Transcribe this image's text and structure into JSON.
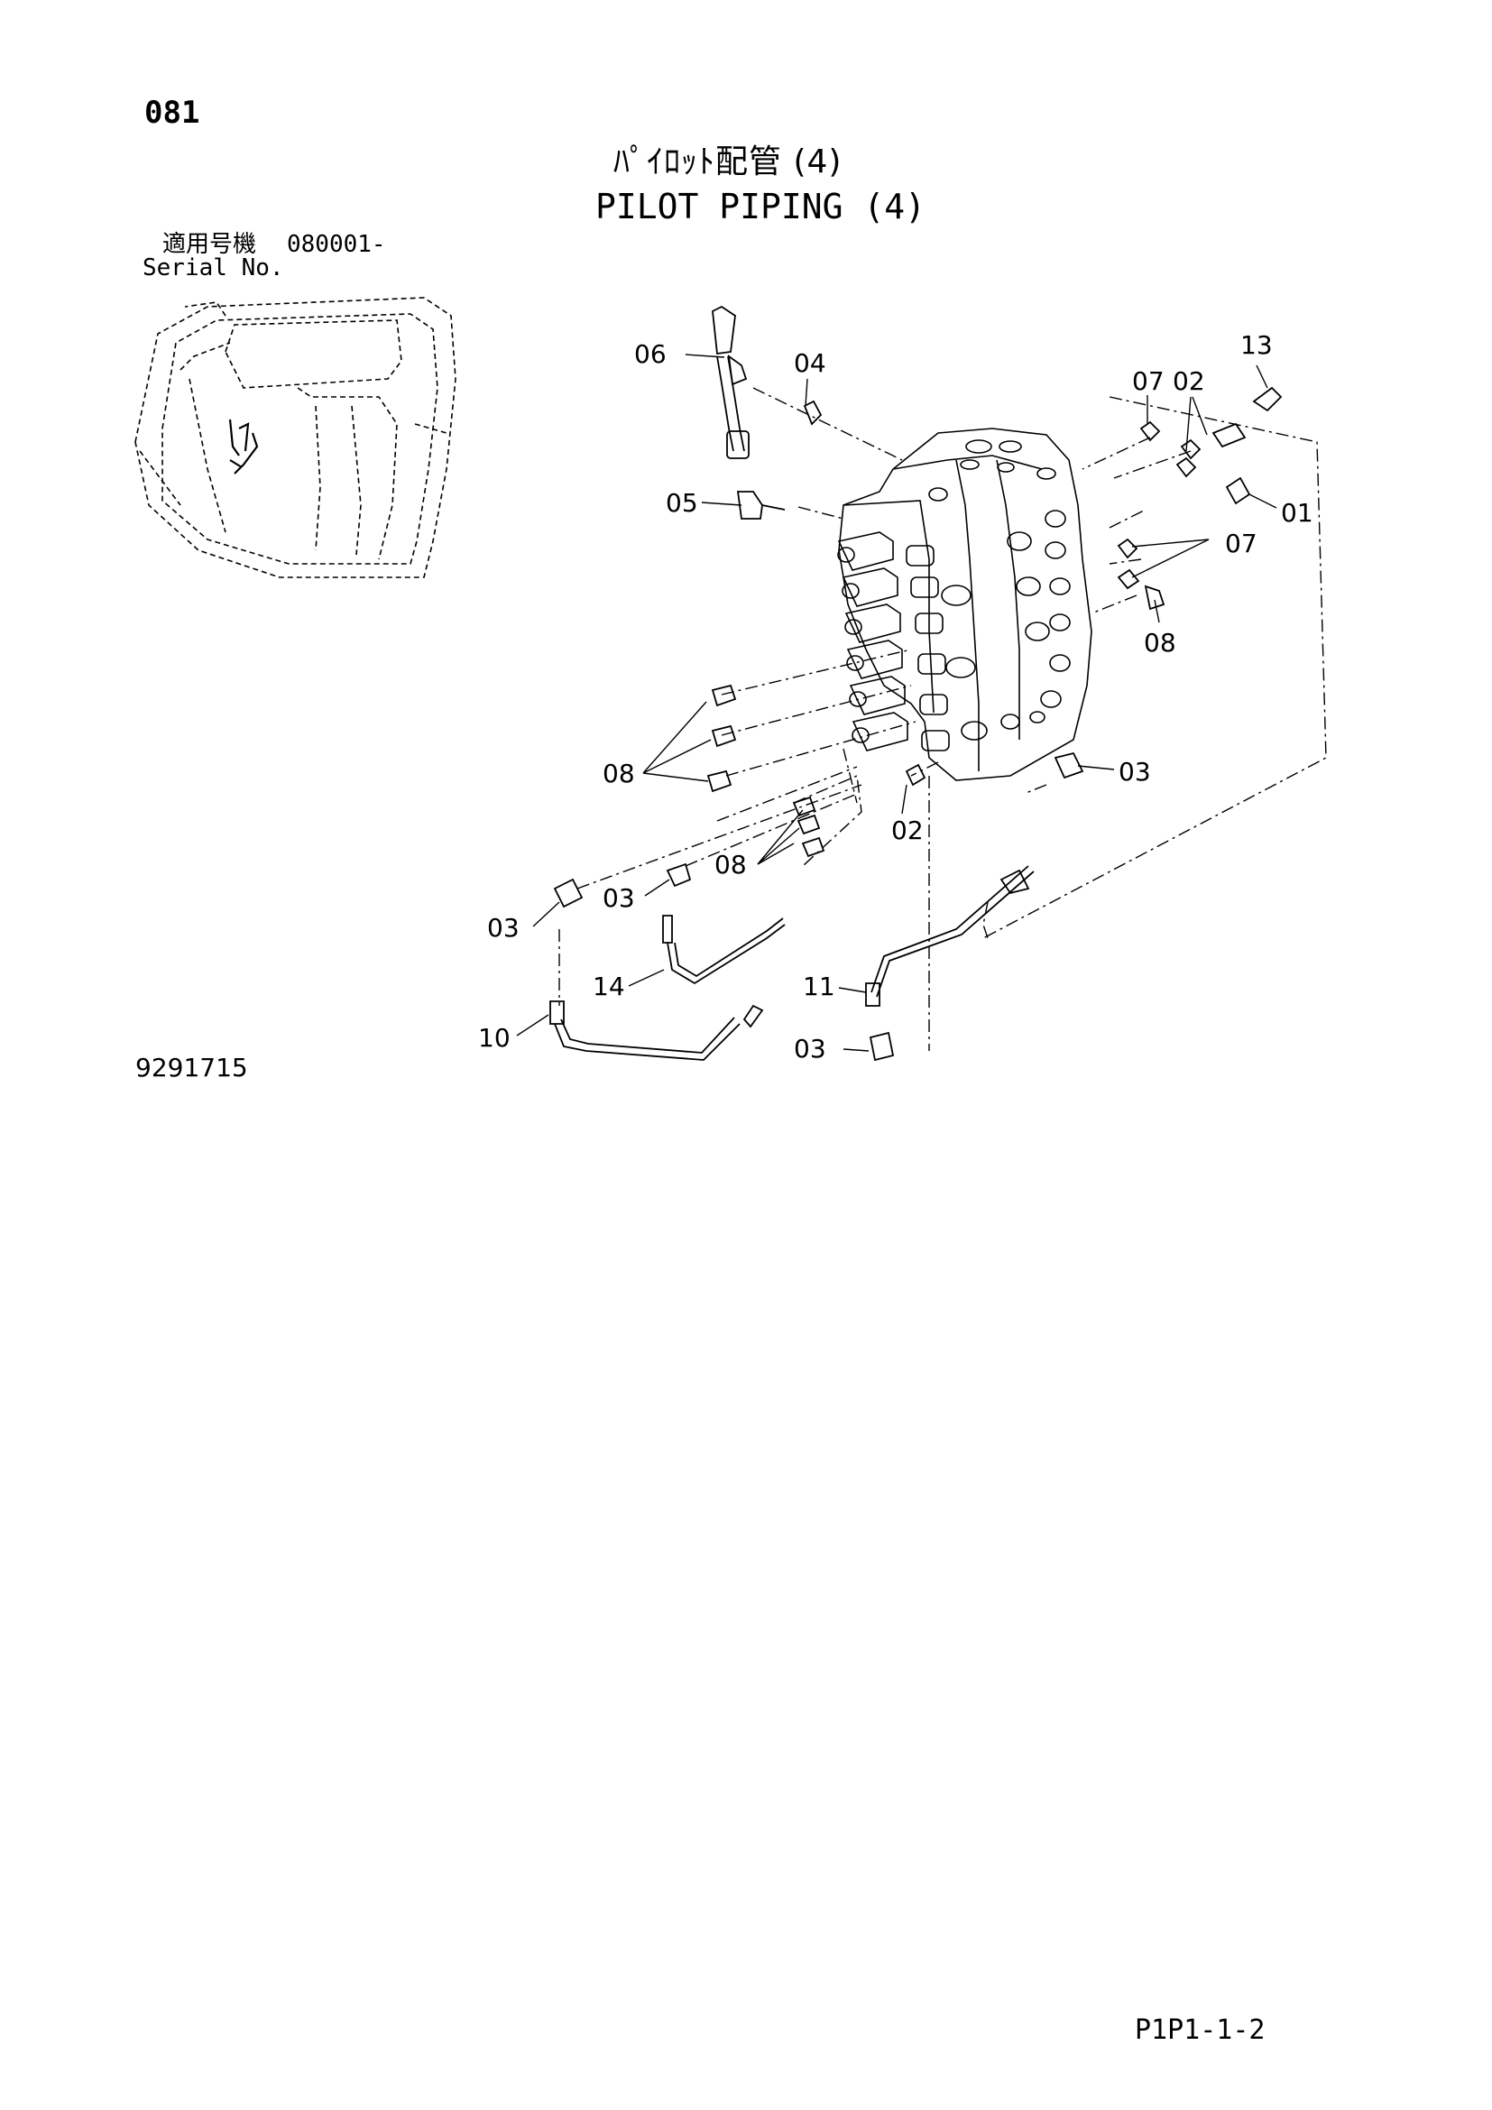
{
  "page_number": "081",
  "title_jp": "ﾊﾟｲﾛｯﾄ配管 (4)",
  "title_en": "PILOT PIPING (4)",
  "serial": {
    "label_jp": "適用号機",
    "value": "080001-",
    "label_en": "Serial No."
  },
  "drawing_number": "9291715",
  "page_code": "P1P1-1-2",
  "callouts": {
    "c06": "06",
    "c04": "04",
    "c05": "05",
    "c07a": "07",
    "c02a": "02",
    "c13": "13",
    "c01": "01",
    "c07b": "07",
    "c08a": "08",
    "c08b": "08",
    "c03a": "03",
    "c02b": "02",
    "c08c": "08",
    "c03b": "03",
    "c03c": "03",
    "c14": "14",
    "c11": "11",
    "c10": "10",
    "c03d": "03"
  }
}
